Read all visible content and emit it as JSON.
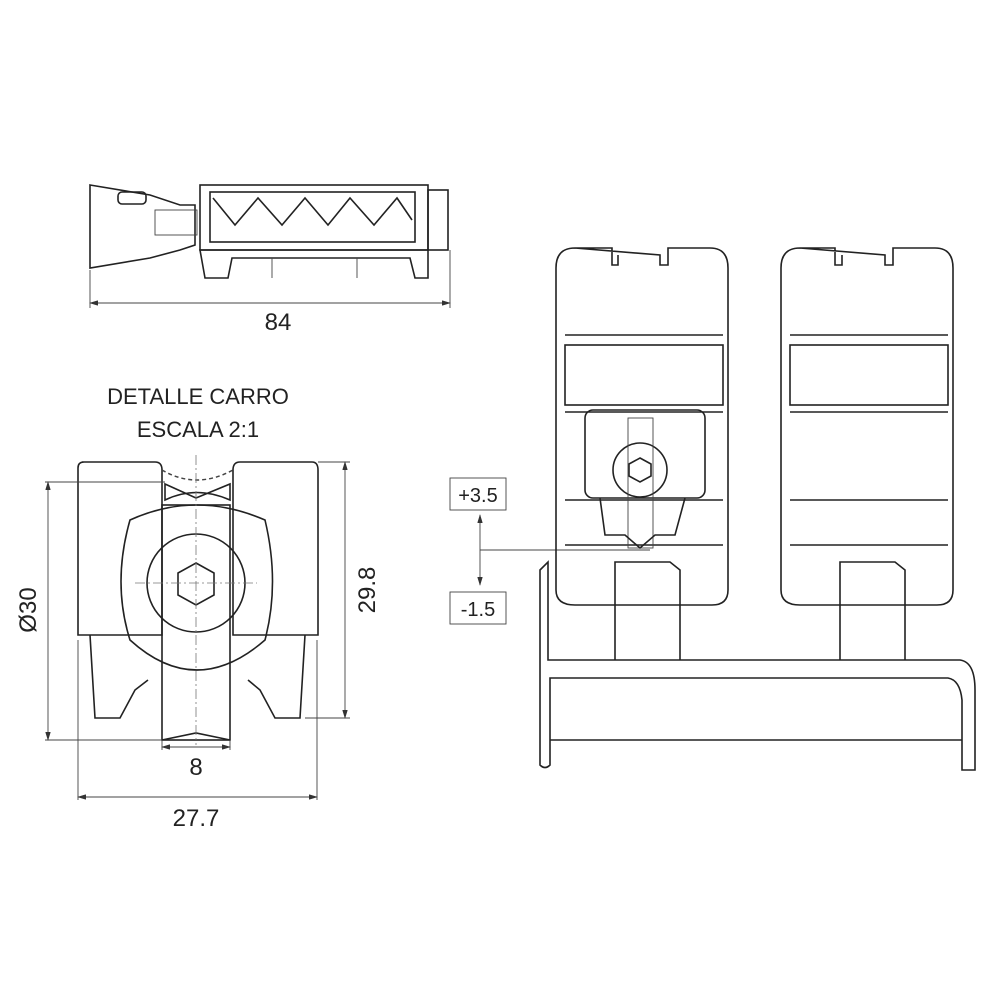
{
  "top_view": {
    "dimension_length": "84"
  },
  "detail": {
    "title_line1": "DETALLE CARRO",
    "title_line2": "ESCALA 2:1",
    "dim_diameter": "Ø30",
    "dim_height": "29.8",
    "dim_groove": "8",
    "dim_width": "27.7"
  },
  "adjustment": {
    "up": "+3.5",
    "down": "-1.5"
  }
}
